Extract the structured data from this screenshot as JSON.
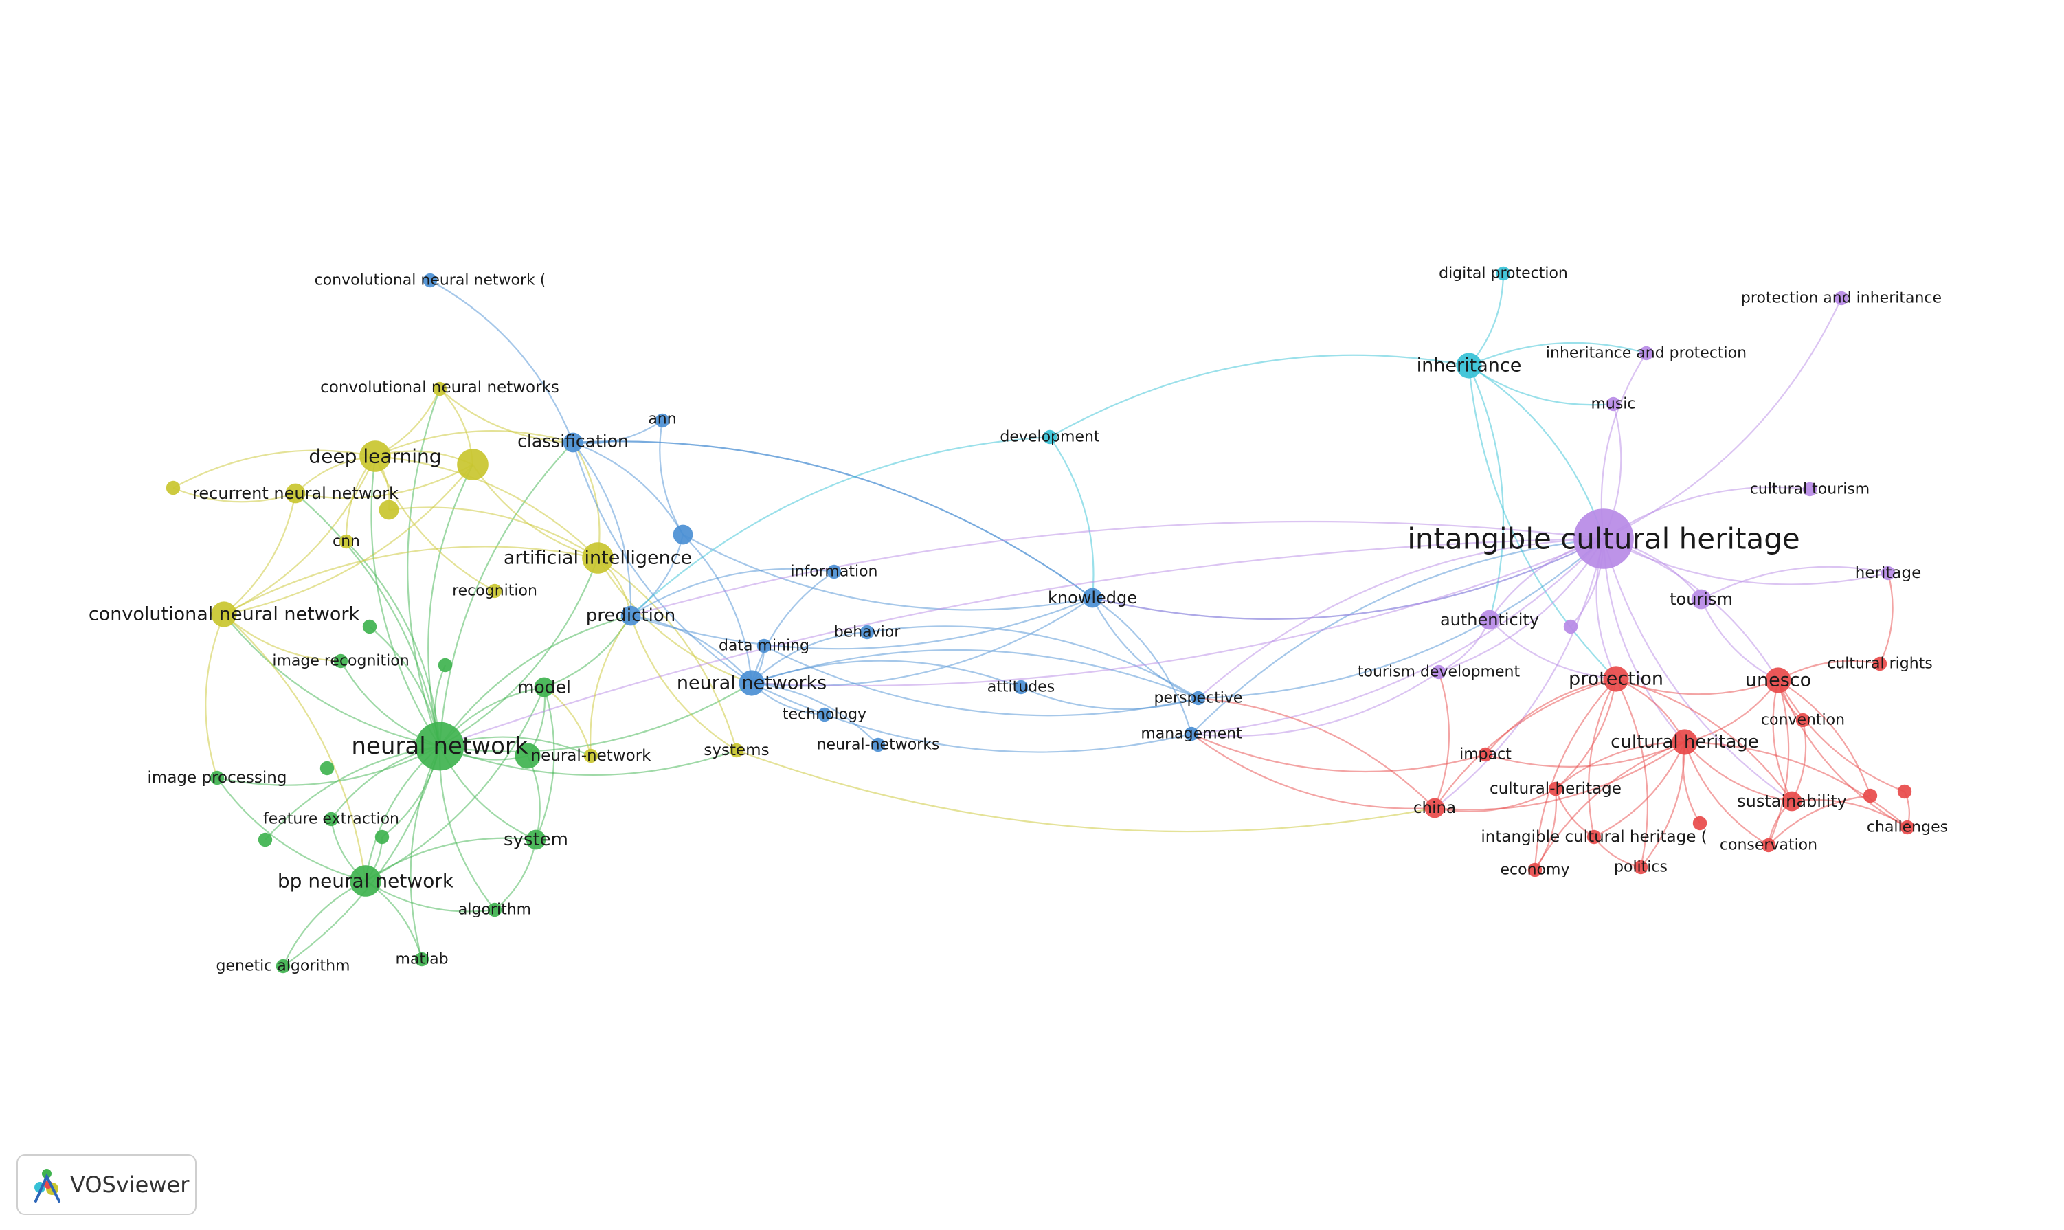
{
  "brand": {
    "name": "VOSviewer"
  },
  "cluster_colors": {
    "red": "#e84a4a",
    "green": "#3fb34f",
    "blue": "#4b8fd4",
    "yellow": "#c9c62f",
    "purple": "#b78ae6",
    "cyan": "#36c1d6"
  },
  "nodes": [
    {
      "label": "convolutional neural network (",
      "cluster": "blue",
      "weight": 1
    },
    {
      "label": "convolutional neural networks",
      "cluster": "yellow",
      "weight": 1
    },
    {
      "label": "classification",
      "cluster": "blue",
      "weight": 2
    },
    {
      "label": "ann",
      "cluster": "blue",
      "weight": 1
    },
    {
      "label": "deep learning",
      "cluster": "yellow",
      "weight": 4
    },
    {
      "label": "recurrent neural network",
      "cluster": "yellow",
      "weight": 2
    },
    {
      "label": "cnn",
      "cluster": "yellow",
      "weight": 1
    },
    {
      "label": "artificial intelligence",
      "cluster": "yellow",
      "weight": 4
    },
    {
      "label": "recognition",
      "cluster": "yellow",
      "weight": 1
    },
    {
      "label": "convolutional neural network",
      "cluster": "yellow",
      "weight": 3
    },
    {
      "label": "prediction",
      "cluster": "blue",
      "weight": 2
    },
    {
      "label": "image recognition",
      "cluster": "green",
      "weight": 1
    },
    {
      "label": "model",
      "cluster": "green",
      "weight": 2
    },
    {
      "label": "neural networks",
      "cluster": "blue",
      "weight": 3
    },
    {
      "label": "neural network",
      "cluster": "green",
      "weight": 7
    },
    {
      "label": "neural-network",
      "cluster": "yellow",
      "weight": 1
    },
    {
      "label": "image processing",
      "cluster": "green",
      "weight": 1
    },
    {
      "label": "feature extraction",
      "cluster": "green",
      "weight": 1
    },
    {
      "label": "system",
      "cluster": "green",
      "weight": 2
    },
    {
      "label": "bp neural network",
      "cluster": "green",
      "weight": 4
    },
    {
      "label": "algorithm",
      "cluster": "green",
      "weight": 1
    },
    {
      "label": "genetic algorithm",
      "cluster": "green",
      "weight": 1
    },
    {
      "label": "matlab",
      "cluster": "green",
      "weight": 1
    },
    {
      "label": "information",
      "cluster": "blue",
      "weight": 1
    },
    {
      "label": "data mining",
      "cluster": "blue",
      "weight": 1
    },
    {
      "label": "behavior",
      "cluster": "blue",
      "weight": 1
    },
    {
      "label": "technology",
      "cluster": "blue",
      "weight": 1
    },
    {
      "label": "neural-networks",
      "cluster": "blue",
      "weight": 1
    },
    {
      "label": "systems",
      "cluster": "yellow",
      "weight": 1
    },
    {
      "label": "attitudes",
      "cluster": "blue",
      "weight": 1
    },
    {
      "label": "development",
      "cluster": "cyan",
      "weight": 1
    },
    {
      "label": "knowledge",
      "cluster": "blue",
      "weight": 2
    },
    {
      "label": "perspective",
      "cluster": "blue",
      "weight": 1
    },
    {
      "label": "management",
      "cluster": "blue",
      "weight": 1
    },
    {
      "label": "digital protection",
      "cluster": "cyan",
      "weight": 1
    },
    {
      "label": "inheritance",
      "cluster": "cyan",
      "weight": 3
    },
    {
      "label": "protection and inheritance",
      "cluster": "purple",
      "weight": 1
    },
    {
      "label": "inheritance and protection",
      "cluster": "purple",
      "weight": 1
    },
    {
      "label": "music",
      "cluster": "purple",
      "weight": 1
    },
    {
      "label": "cultural tourism",
      "cluster": "purple",
      "weight": 1
    },
    {
      "label": "intangible cultural heritage",
      "cluster": "purple",
      "weight": 9
    },
    {
      "label": "heritage",
      "cluster": "purple",
      "weight": 1
    },
    {
      "label": "tourism",
      "cluster": "purple",
      "weight": 2
    },
    {
      "label": "authenticity",
      "cluster": "purple",
      "weight": 2
    },
    {
      "label": "tourism development",
      "cluster": "purple",
      "weight": 1
    },
    {
      "label": "protection",
      "cluster": "red",
      "weight": 3
    },
    {
      "label": "unesco",
      "cluster": "red",
      "weight": 3
    },
    {
      "label": "cultural rights",
      "cluster": "red",
      "weight": 1
    },
    {
      "label": "convention",
      "cluster": "red",
      "weight": 1
    },
    {
      "label": "cultural heritage",
      "cluster": "red",
      "weight": 3
    },
    {
      "label": "impact",
      "cluster": "red",
      "weight": 1
    },
    {
      "label": "cultural-heritage",
      "cluster": "red",
      "weight": 1
    },
    {
      "label": "china",
      "cluster": "red",
      "weight": 2
    },
    {
      "label": "sustainability",
      "cluster": "red",
      "weight": 2
    },
    {
      "label": "intangible cultural heritage (",
      "cluster": "red",
      "weight": 1
    },
    {
      "label": "conservation",
      "cluster": "red",
      "weight": 1
    },
    {
      "label": "challenges",
      "cluster": "red",
      "weight": 1
    },
    {
      "label": "economy",
      "cluster": "red",
      "weight": 1
    },
    {
      "label": "politics",
      "cluster": "red",
      "weight": 1
    },
    {
      "label": "",
      "cluster": "yellow",
      "weight": 4
    },
    {
      "label": "",
      "cluster": "yellow",
      "weight": 1
    },
    {
      "label": "",
      "cluster": "yellow",
      "weight": 2
    },
    {
      "label": "",
      "cluster": "blue",
      "weight": 2
    },
    {
      "label": "",
      "cluster": "green",
      "weight": 1
    },
    {
      "label": "",
      "cluster": "green",
      "weight": 1
    },
    {
      "label": "",
      "cluster": "green",
      "weight": 1
    },
    {
      "label": "",
      "cluster": "green",
      "weight": 1
    },
    {
      "label": "",
      "cluster": "green",
      "weight": 1
    },
    {
      "label": "",
      "cluster": "green",
      "weight": 3
    },
    {
      "label": "",
      "cluster": "purple",
      "weight": 1
    },
    {
      "label": "",
      "cluster": "red",
      "weight": 1
    },
    {
      "label": "",
      "cluster": "red",
      "weight": 1
    },
    {
      "label": "",
      "cluster": "red",
      "weight": 1
    }
  ],
  "edges": [
    [
      14,
      4
    ],
    [
      14,
      7
    ],
    [
      14,
      9
    ],
    [
      14,
      19
    ],
    [
      14,
      12
    ],
    [
      14,
      18
    ],
    [
      14,
      10
    ],
    [
      14,
      13
    ],
    [
      14,
      16
    ],
    [
      14,
      17
    ],
    [
      14,
      11
    ],
    [
      14,
      20
    ],
    [
      14,
      21
    ],
    [
      14,
      22
    ],
    [
      14,
      2
    ],
    [
      14,
      5
    ],
    [
      14,
      15
    ],
    [
      14,
      28
    ],
    [
      14,
      59
    ],
    [
      14,
      63
    ],
    [
      14,
      64
    ],
    [
      14,
      66
    ],
    [
      14,
      67
    ],
    [
      14,
      68
    ],
    [
      14,
      1
    ],
    [
      14,
      6
    ],
    [
      4,
      59
    ],
    [
      4,
      5
    ],
    [
      4,
      9
    ],
    [
      4,
      1
    ],
    [
      4,
      7
    ],
    [
      4,
      6
    ],
    [
      4,
      2
    ],
    [
      4,
      60
    ],
    [
      4,
      61
    ],
    [
      4,
      8
    ],
    [
      5,
      9
    ],
    [
      5,
      59
    ],
    [
      5,
      60
    ],
    [
      9,
      59
    ],
    [
      9,
      7
    ],
    [
      9,
      16
    ],
    [
      9,
      19
    ],
    [
      9,
      11
    ],
    [
      7,
      59
    ],
    [
      7,
      2
    ],
    [
      7,
      10
    ],
    [
      7,
      13
    ],
    [
      7,
      28
    ],
    [
      7,
      61
    ],
    [
      1,
      59
    ],
    [
      1,
      2
    ],
    [
      19,
      17
    ],
    [
      19,
      21
    ],
    [
      19,
      22
    ],
    [
      19,
      20
    ],
    [
      19,
      18
    ],
    [
      19,
      12
    ],
    [
      19,
      16
    ],
    [
      19,
      67
    ],
    [
      12,
      18
    ],
    [
      12,
      10
    ],
    [
      12,
      68
    ],
    [
      18,
      68
    ],
    [
      18,
      20
    ],
    [
      2,
      3
    ],
    [
      2,
      62
    ],
    [
      2,
      0
    ],
    [
      2,
      10
    ],
    [
      2,
      13
    ],
    [
      2,
      31
    ],
    [
      3,
      62
    ],
    [
      10,
      13
    ],
    [
      10,
      62
    ],
    [
      10,
      23
    ],
    [
      13,
      24
    ],
    [
      13,
      25
    ],
    [
      13,
      26
    ],
    [
      13,
      27
    ],
    [
      13,
      31
    ],
    [
      13,
      29
    ],
    [
      13,
      62
    ],
    [
      13,
      23
    ],
    [
      31,
      32
    ],
    [
      31,
      33
    ],
    [
      31,
      40
    ],
    [
      31,
      10
    ],
    [
      31,
      2
    ],
    [
      31,
      62
    ],
    [
      32,
      40
    ],
    [
      33,
      40
    ],
    [
      32,
      13
    ],
    [
      33,
      13
    ],
    [
      29,
      32
    ],
    [
      25,
      32
    ],
    [
      24,
      32
    ],
    [
      30,
      35
    ],
    [
      30,
      10
    ],
    [
      30,
      31
    ],
    [
      35,
      34
    ],
    [
      35,
      40
    ],
    [
      35,
      38
    ],
    [
      35,
      37
    ],
    [
      35,
      45
    ],
    [
      35,
      43
    ],
    [
      40,
      36
    ],
    [
      40,
      37
    ],
    [
      40,
      38
    ],
    [
      40,
      39
    ],
    [
      40,
      41
    ],
    [
      40,
      42
    ],
    [
      40,
      43
    ],
    [
      40,
      44
    ],
    [
      40,
      45
    ],
    [
      40,
      46
    ],
    [
      40,
      49
    ],
    [
      40,
      52
    ],
    [
      40,
      53
    ],
    [
      40,
      69
    ],
    [
      40,
      32
    ],
    [
      40,
      33
    ],
    [
      40,
      14
    ],
    [
      40,
      13
    ],
    [
      40,
      10
    ],
    [
      40,
      31
    ],
    [
      45,
      46
    ],
    [
      45,
      49
    ],
    [
      45,
      50
    ],
    [
      45,
      51
    ],
    [
      45,
      52
    ],
    [
      45,
      53
    ],
    [
      45,
      54
    ],
    [
      45,
      58
    ],
    [
      45,
      57
    ],
    [
      46,
      47
    ],
    [
      46,
      48
    ],
    [
      46,
      49
    ],
    [
      46,
      53
    ],
    [
      46,
      55
    ],
    [
      46,
      56
    ],
    [
      46,
      70
    ],
    [
      46,
      71
    ],
    [
      49,
      50
    ],
    [
      49,
      51
    ],
    [
      49,
      52
    ],
    [
      49,
      53
    ],
    [
      49,
      54
    ],
    [
      49,
      55
    ],
    [
      49,
      56
    ],
    [
      49,
      57
    ],
    [
      49,
      58
    ],
    [
      49,
      72
    ],
    [
      51,
      52
    ],
    [
      51,
      54
    ],
    [
      51,
      57
    ],
    [
      53,
      55
    ],
    [
      53,
      56
    ],
    [
      52,
      44
    ],
    [
      52,
      33
    ],
    [
      52,
      32
    ],
    [
      50,
      33
    ],
    [
      54,
      58
    ],
    [
      55,
      70
    ],
    [
      56,
      71
    ],
    [
      48,
      53
    ],
    [
      47,
      41
    ],
    [
      42,
      41
    ],
    [
      42,
      46
    ],
    [
      43,
      44
    ],
    [
      43,
      45
    ],
    [
      44,
      33
    ],
    [
      28,
      52
    ],
    [
      28,
      10
    ],
    [
      15,
      12
    ],
    [
      15,
      10
    ]
  ]
}
